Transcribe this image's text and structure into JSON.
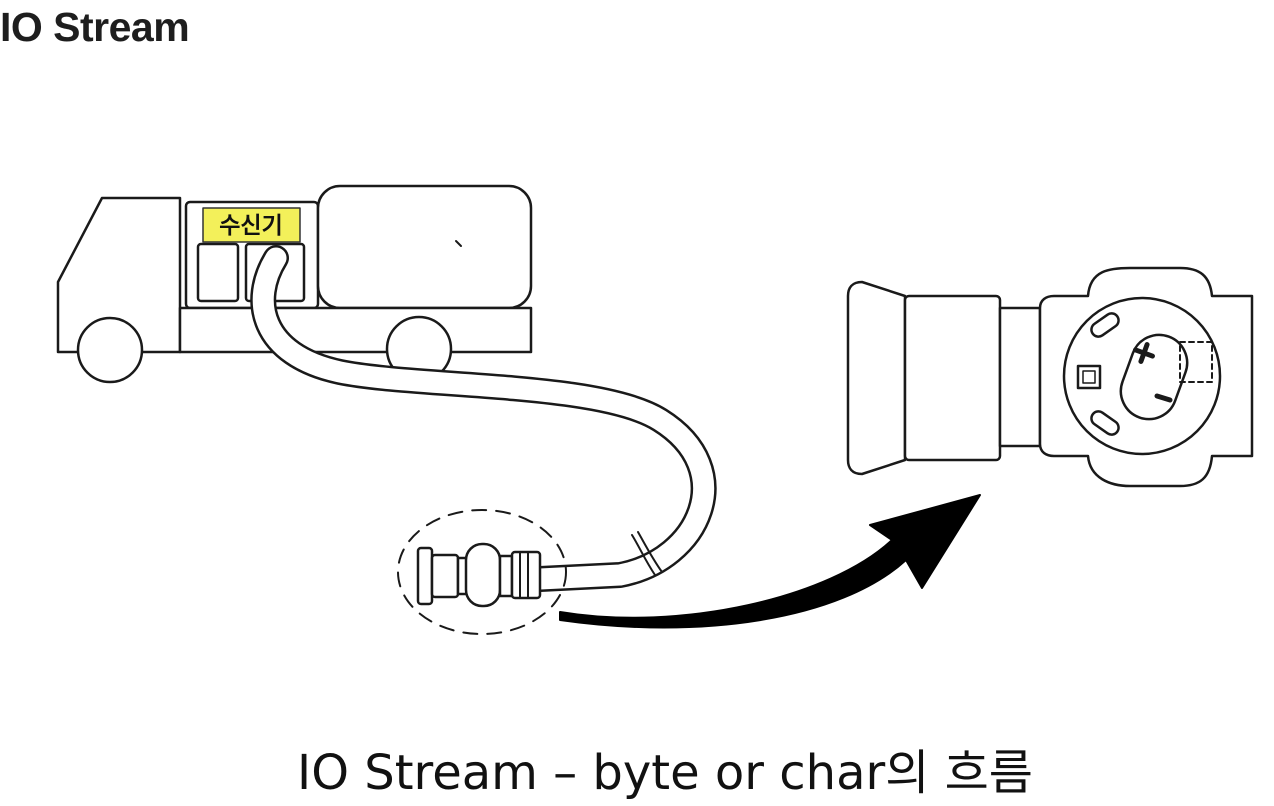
{
  "page": {
    "title": "IO Stream"
  },
  "diagram": {
    "truck_label": "수신기",
    "caption": "IO Stream – byte or char의 흐름",
    "label_color": "#f3f05a",
    "stroke_color": "#1a1a1a",
    "arrow_color": "#000000"
  }
}
